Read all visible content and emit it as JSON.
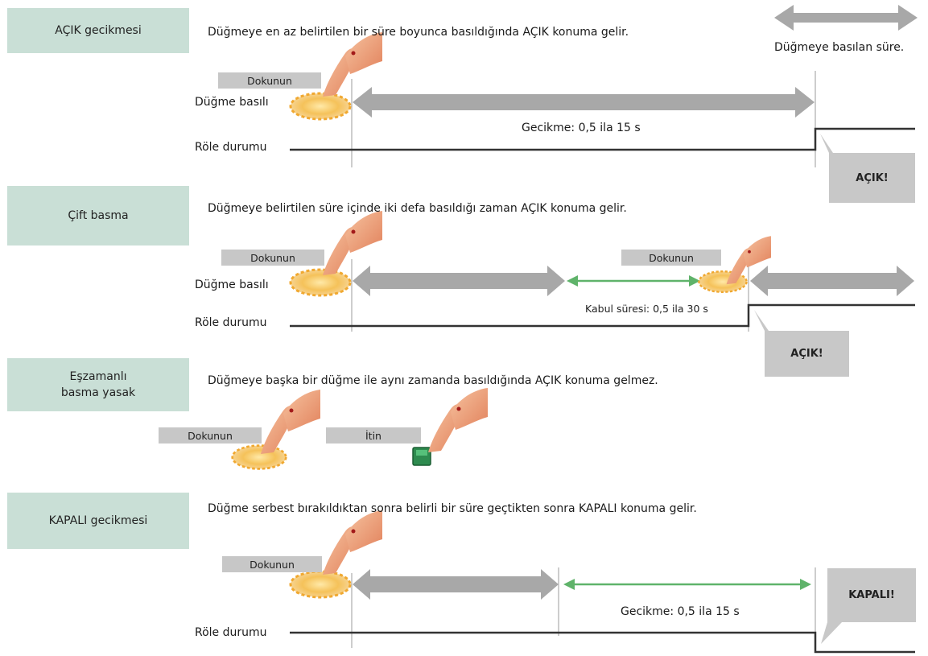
{
  "legend": {
    "text": "Düğmeye basılan süre."
  },
  "section1": {
    "mode": "AÇIK gecikmesi",
    "description": "Düğmeye en az belirtilen bir süre boyunca basıldığında AÇIK konuma gelir.",
    "touch_tag": "Dokunun",
    "button_label": "Düğme basılı",
    "relay_label": "Röle durumu",
    "delay_text": "Gecikme: 0,5 ila 15 s",
    "callout": "AÇIK!"
  },
  "section2": {
    "mode": "Çift basma",
    "description": "Düğmeye belirtilen süre içinde iki defa basıldığı zaman AÇIK konuma gelir.",
    "touch_tag_1": "Dokunun",
    "touch_tag_2": "Dokunun",
    "button_label": "Düğme basılı",
    "relay_label": "Röle durumu",
    "accept_text": "Kabul süresi: 0,5 ila 30 s",
    "callout": "AÇIK!"
  },
  "section3": {
    "mode_line1": "Eşzamanlı",
    "mode_line2": "basma yasak",
    "description": "Düğmeye başka bir düğme ile aynı zamanda basıldığında AÇIK konuma gelmez.",
    "touch_tag": "Dokunun",
    "push_tag": "İtin"
  },
  "section4": {
    "mode": "KAPALI gecikmesi",
    "description": "Düğme serbest bırakıldıktan sonra belirli bir süre geçtikten sonra KAPALI konuma gelir.",
    "touch_tag": "Dokunun",
    "relay_label": "Röle durumu",
    "delay_text": "Gecikme: 0,5 ila 15 s",
    "callout": "KAPALI!"
  },
  "colors": {
    "mode_box": "#c9dfd6",
    "arrow_gray": "#a8a8a8",
    "arrow_green": "#5fb36a",
    "callout_gray": "#c8c8c8",
    "touch_glow": "#f2b84a",
    "hand_skin": "#f0a07a",
    "green_button": "#2e8b4f"
  }
}
